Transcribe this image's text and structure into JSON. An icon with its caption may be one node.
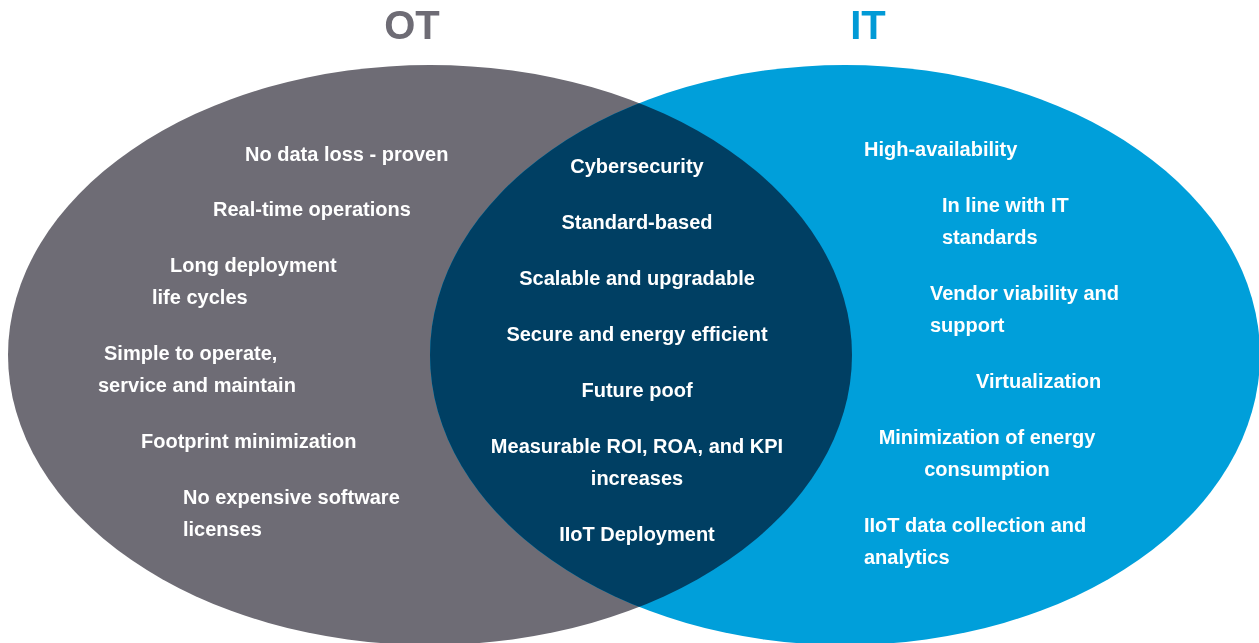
{
  "diagram": {
    "nodes": [
      {
        "text": [
          "OT",
          "No data loss - proven",
          "Real-time operations",
          "Long deployment life cycles",
          "Simple to operate, service and maintain",
          "Footprint minimization",
          "No expensive software licenses"
        ]
      },
      {
        "text": [
          "IT",
          "High-availability",
          "In line with IT standards",
          "Vendor viability and support",
          "Virtualization",
          "Minimization of energy consumption",
          "IIoT data collection and analytics"
        ]
      },
      {
        "text": [
          "Cybersecurity",
          "Standard-based",
          "Scalable and upgradable",
          "Secure and energy efficient",
          "Future poof",
          "Measurable ROI, ROA, and KPI increases",
          "IIoT Deployment"
        ]
      }
    ],
    "edges": []
  }
}
